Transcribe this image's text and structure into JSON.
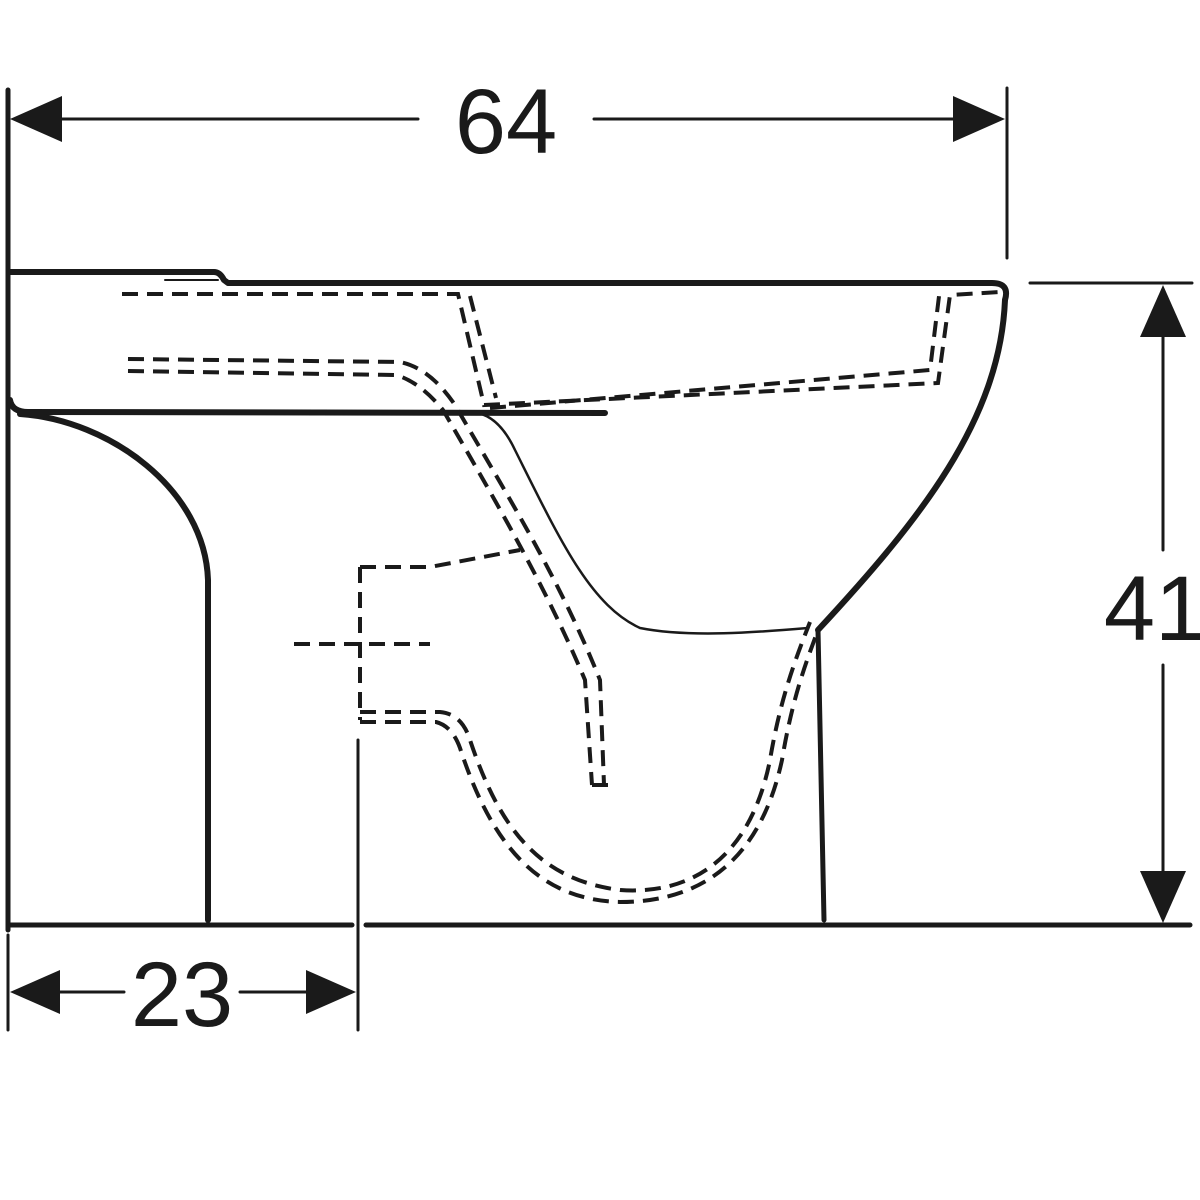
{
  "drawing": {
    "subject": "Floor-standing toilet side elevation",
    "units": "cm",
    "colors": {
      "line": "#1a1a1a",
      "background": "#ffffff"
    }
  },
  "dimensions": {
    "overall_depth": {
      "label": "64",
      "orientation": "horizontal"
    },
    "height": {
      "label": "41",
      "orientation": "vertical"
    },
    "outlet_center_from_wall": {
      "label": "23",
      "orientation": "horizontal"
    }
  }
}
